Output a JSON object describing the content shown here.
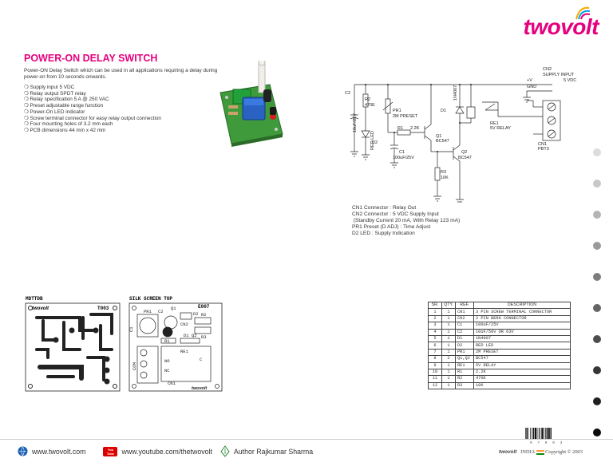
{
  "brand": "twovolt",
  "title": "POWER-ON DELAY SWITCH",
  "description": "Power-ON Delay Switch which can be used in all applications requiring a delay during power-on from 10 seconds onwards.",
  "features": [
    "Supply input 5 VDC",
    "Relay output SPDT relay",
    "Relay specification 5 A @ 250 VAC",
    "Preset adjustable range function",
    "Power-On LED indicator",
    "Screw terminal connector for easy relay output connection",
    "Four mounting holes of 3.2 mm each",
    "PCB dimensions 44 mm x 42 mm"
  ],
  "schematic": {
    "cn2": "CN2",
    "supply_input": "SUPPLY INPUT",
    "vdc": "5 VDC",
    "vplus": "+V",
    "gnd": "GND",
    "c2": "C2",
    "c2_val": "10uF/25V",
    "r2": "R2",
    "r2_val": "470E",
    "pr1": "PR1",
    "pr1_val": "2M PRESET",
    "d1": "D1",
    "d1_val": "1N4007",
    "re1": "RE1",
    "re1_val": "5V RELAY",
    "d2": "D2",
    "d2_val": "RED LED",
    "r1": "R1",
    "r1_val": "2.2K",
    "q1": "Q1",
    "q1_val": "BC547",
    "c1": "C1",
    "c1_val": "100uF/25V",
    "q2": "Q2",
    "q2_val": "BC547",
    "r3": "R3",
    "r3_val": "10K",
    "cn1": "CN1",
    "cn1_val": "PBT3"
  },
  "connector_notes": [
    "CN1 Connector : Relay Out",
    "CN2 Connector : 5 VDC Supply Input",
    " (Standby Current 20 mA, With Relay 123 mA)",
    "PR1 Preset (D ADJ) : Time Adjust",
    "D2 LED : Supply Indication"
  ],
  "layouts": {
    "bottom_label": "MDTTDB",
    "bottom_brand": "twovolt",
    "bottom_code": "T003",
    "silk_label": "SILK SCREEN TOP",
    "silk_code": "E007",
    "silk_brand": "twovolt",
    "pr1": "PR1",
    "c2": "C2",
    "q1": "Q1",
    "c1": "C1",
    "d2": "D2",
    "r2": "R2",
    "r3": "R3",
    "cn2": "CN2",
    "re1": "RE1",
    "r1": "R1",
    "d1": "D1",
    "q2": "Q2",
    "cn1": "CN1",
    "no": "NO",
    "nc": "NC",
    "c": "C",
    "com": "COM"
  },
  "bom": {
    "headers": [
      "SR.",
      "QTY.",
      "REF.",
      "DESCRIPTION"
    ],
    "rows": [
      [
        "1",
        "1",
        "CN1",
        "3 PIN SCREW TERMINAL CONNECTOR"
      ],
      [
        "2",
        "1",
        "CN2",
        "2 PIN BERG CONNECTOR"
      ],
      [
        "3",
        "1",
        "C1",
        "100uF/25V"
      ],
      [
        "4",
        "1",
        "C2",
        "10uF/50V OR 63V"
      ],
      [
        "5",
        "1",
        "D1",
        "1N4007"
      ],
      [
        "6",
        "1",
        "D2",
        "RED LED"
      ],
      [
        "7",
        "1",
        "PR1",
        "2M PRESET"
      ],
      [
        "8",
        "2",
        "Q1,Q2",
        "BC547"
      ],
      [
        "9",
        "1",
        "RE1",
        "5V RELAY"
      ],
      [
        "10",
        "1",
        "R1",
        "2.2K"
      ],
      [
        "11",
        "1",
        "R2",
        "470E"
      ],
      [
        "12",
        "1",
        "R3",
        "10K"
      ]
    ]
  },
  "footer": {
    "website": "www.twovolt.com",
    "youtube": "www.youtube.com/thetwovolt",
    "youtube_icon_text": "You Tube",
    "author": "Author Rajkumar Sharma"
  },
  "barcode_number": "0 7 0 0 3",
  "bottom_right": {
    "brand": "twovolt",
    "country": "INDIA",
    "copyright": "Copyright",
    "year": "2003"
  },
  "colors": {
    "accent": "#e6007e",
    "dot_colors": [
      "#dcdcdc",
      "#c8c8c8",
      "#b4b4b4",
      "#9a9a9a",
      "#7e7e7e",
      "#656565",
      "#4d4d4d",
      "#363636",
      "#202020",
      "#0a0a0a"
    ]
  },
  "icons": {
    "website": "globe-icon",
    "youtube": "youtube-icon",
    "author": "pen-nib-icon"
  }
}
